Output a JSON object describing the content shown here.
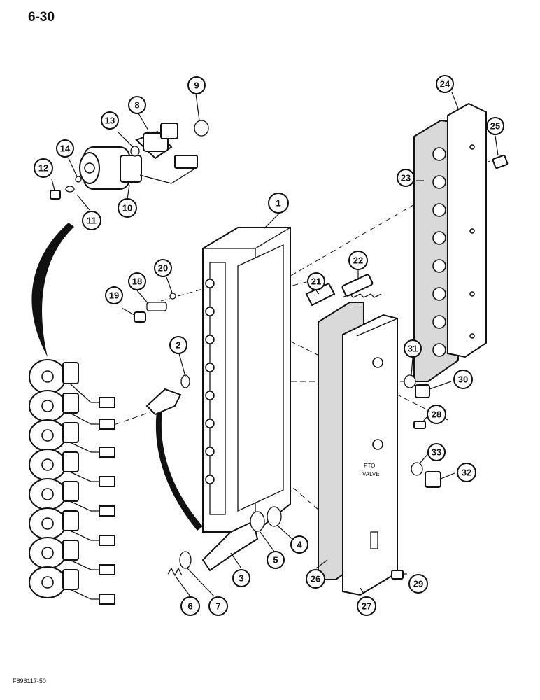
{
  "page": {
    "number": "6-30",
    "figure_code": "F896117-50"
  },
  "cover_label": {
    "line1": "PTO",
    "line2": "VALVE"
  },
  "callouts": [
    "1",
    "2",
    "3",
    "4",
    "5",
    "6",
    "7",
    "8",
    "9",
    "10",
    "11",
    "12",
    "13",
    "14",
    "18",
    "19",
    "20",
    "21",
    "22",
    "23",
    "24",
    "25",
    "26",
    "27",
    "28",
    "29",
    "30",
    "31",
    "32",
    "33"
  ]
}
